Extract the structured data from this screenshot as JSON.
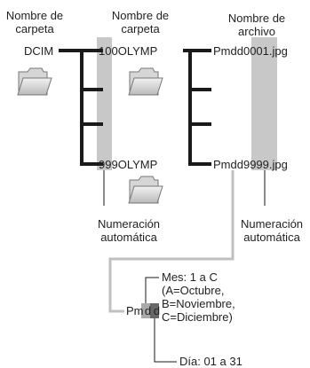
{
  "headers": {
    "col1": [
      "Nombre de",
      "carpeta"
    ],
    "col2": [
      "Nombre de",
      "carpeta"
    ],
    "col3": [
      "Nombre de",
      "archivo"
    ]
  },
  "folders": {
    "root": "DCIM",
    "first_prefix": "100",
    "first_suffix": "OLYMP",
    "last_prefix": "999",
    "last_suffix": "OLYMP"
  },
  "files": {
    "first_prefix": "Pmdd",
    "first_number": "0001",
    "first_ext": ".jpg",
    "last_prefix": "Pmdd",
    "last_number": "9999",
    "last_ext": ".jpg"
  },
  "notes": {
    "auto_numbering_1": [
      "Numeración",
      "automática"
    ],
    "auto_numbering_2": [
      "Numeración",
      "automática"
    ]
  },
  "filename_breakdown": {
    "base": "Pm",
    "month_char": "d",
    "day_char": "d",
    "month_lines": [
      "Mes: 1 a C",
      "(A=Octubre,",
      "B=Noviembre,",
      "C=Diciembre)"
    ],
    "day_line": "Día: 01 a 31"
  },
  "colors": {
    "highlight": "#c8c8c8",
    "month_box": "#a9a9a9",
    "day_box": "#686868",
    "line": "#1a1a1a",
    "connector": "#c0c0c0"
  }
}
